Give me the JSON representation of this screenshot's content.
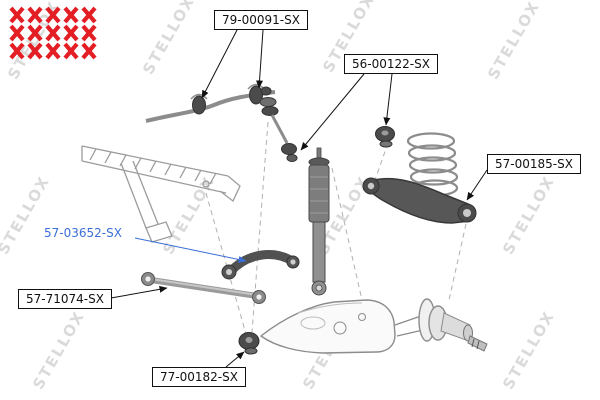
{
  "watermark": {
    "text": "STELLOX"
  },
  "colors": {
    "logo_red": "#e31e24",
    "link_blue": "#3a6fd8",
    "watermark_gray": "#dadada"
  },
  "labels": {
    "stabilizer_bushings": {
      "text": "79-00091-SX"
    },
    "link_bushing": {
      "text": "56-00122-SX"
    },
    "control_arm": {
      "text": "57-00185-SX"
    },
    "lateral_arm": {
      "text": "57-03652-SX",
      "color": "#3a6fd8"
    },
    "tie_rod": {
      "text": "57-71074-SX"
    },
    "trailing_arm_bushing": {
      "text": "77-00182-SX"
    }
  }
}
